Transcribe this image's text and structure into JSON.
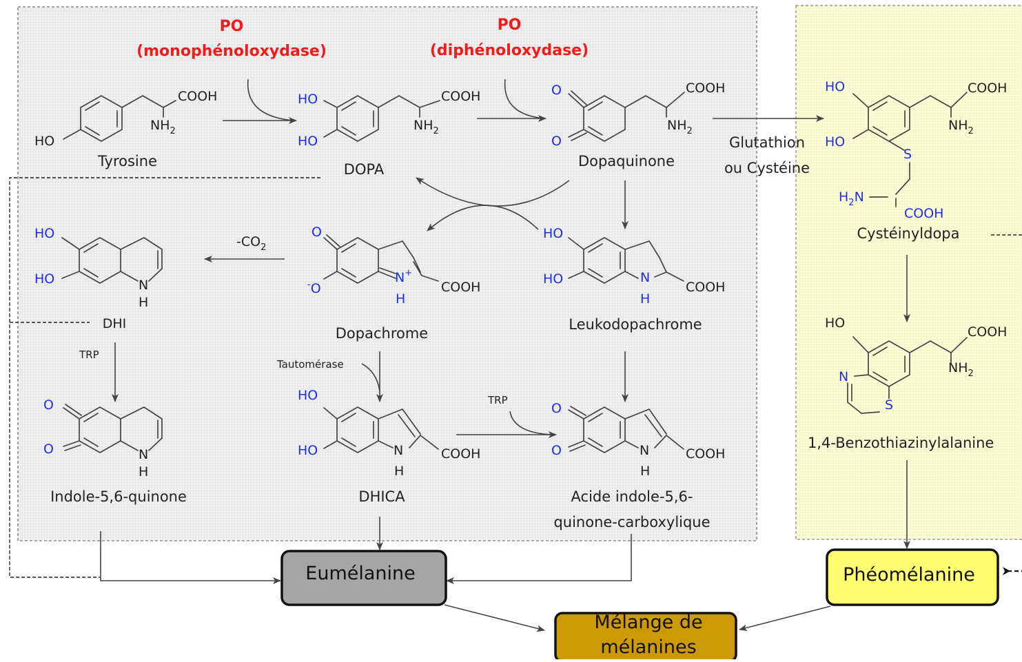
{
  "enzymes": {
    "mono_title": "PO",
    "mono_name": "(monophénoloxydase)",
    "di_title": "PO",
    "di_name": "(diphénoloxydase)"
  },
  "compounds": {
    "tyrosine": "Tyrosine",
    "dopa": "DOPA",
    "dopaquinone": "Dopaquinone",
    "dhi": "DHI",
    "dopachrome": "Dopachrome",
    "leukodopachrome": "Leukodopachrome",
    "indolequinone": "Indole-5,6-quinone",
    "dhica": "DHICA",
    "acid_line1": "Acide indole-5,6-",
    "acid_line2": "quinone-carboxylique",
    "cysteinyldopa": "Cystéinyldopa",
    "benzothiazinyl": "1,4-Benzothiazinylalanine"
  },
  "reagents": {
    "glutathion": "Glutathion",
    "cysteine": "ou Cystéine",
    "co2": "-CO",
    "co2_sub": "2",
    "trp": "TRP",
    "trp2": "TRP",
    "tautomerase": "Tautomérase"
  },
  "atoms": {
    "cooh": "COOH",
    "nh": "NH",
    "h2n_h": "H",
    "h2n_n": "N",
    "two": "2",
    "ho": "HO",
    "o": "O",
    "n": "N",
    "h": "H",
    "s": "S",
    "plus": "+",
    "minus": "-"
  },
  "products": {
    "eumelanine": "Eumélanine",
    "pheomelanine": "Phéomélanine",
    "melange_line1": "Mélange de",
    "melange_line2": "mélanines"
  },
  "colors": {
    "eumelanine_fill": "#a6a6a6",
    "pheomelanine_fill": "#ffff73",
    "melange_fill": "#cc9a06",
    "enzyme_red": "#ee1c1c",
    "heteroatom_blue": "#1f2fe0",
    "left_panel_fill": "#ececec",
    "right_panel_fill": "#fbfbd2"
  }
}
